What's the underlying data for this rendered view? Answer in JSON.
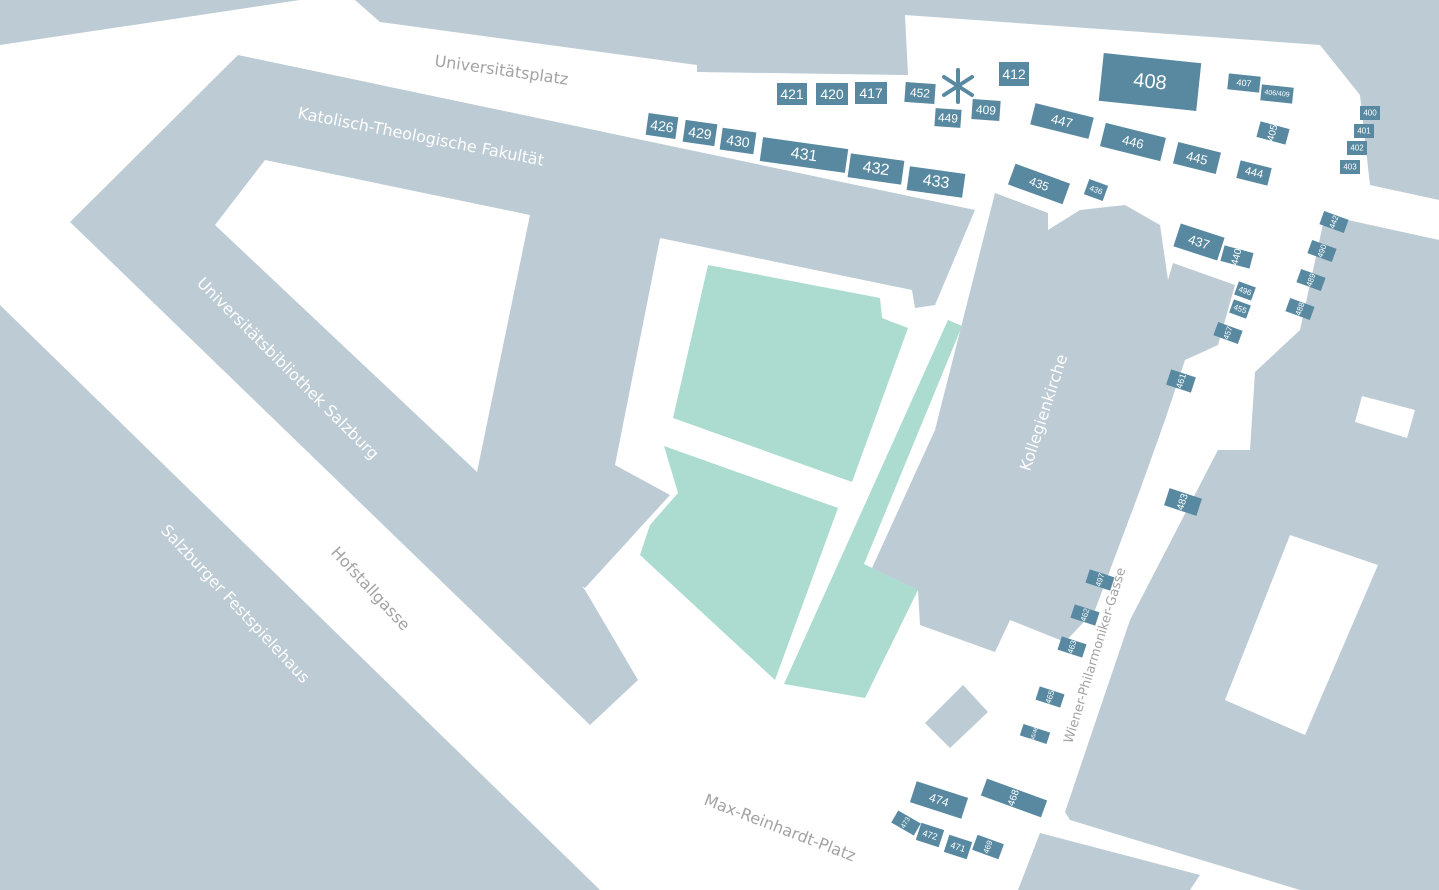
{
  "colors": {
    "background": "#ffffff",
    "building": "#bccbd4",
    "park": "#acdbcf",
    "stall": "#5889a0",
    "stall_text": "#ffffff",
    "street_label": "#a3a3a3",
    "building_label": "#ffffff"
  },
  "labels": {
    "universitaetsplatz": "Universitätsplatz",
    "katholisch": "Katolisch-Theologische Fakultät",
    "bibliothek": "Universitätsbibliothek Salzburg",
    "hofstallgasse": "Hofstallgasse",
    "festspielehaus": "Salzburger Festspielehaus",
    "kollegienkirche": "Kollegienkirche",
    "wiener": "Wiener-Philarmoniker-Gasse",
    "maxreinhardt": "Max-Reinhardt-Platz"
  },
  "info_icon": "asterisk-icon",
  "stalls": [
    {
      "id": "421"
    },
    {
      "id": "420"
    },
    {
      "id": "417"
    },
    {
      "id": "452"
    },
    {
      "id": "449"
    },
    {
      "id": "409"
    },
    {
      "id": "412"
    },
    {
      "id": "408"
    },
    {
      "id": "407"
    },
    {
      "id": "406/409"
    },
    {
      "id": "400"
    },
    {
      "id": "401"
    },
    {
      "id": "402"
    },
    {
      "id": "403"
    },
    {
      "id": "405"
    },
    {
      "id": "426"
    },
    {
      "id": "429"
    },
    {
      "id": "430"
    },
    {
      "id": "431"
    },
    {
      "id": "432"
    },
    {
      "id": "433"
    },
    {
      "id": "447"
    },
    {
      "id": "446"
    },
    {
      "id": "445"
    },
    {
      "id": "444"
    },
    {
      "id": "435"
    },
    {
      "id": "436"
    },
    {
      "id": "437"
    },
    {
      "id": "440"
    },
    {
      "id": "442"
    },
    {
      "id": "490"
    },
    {
      "id": "489"
    },
    {
      "id": "488"
    },
    {
      "id": "496"
    },
    {
      "id": "455"
    },
    {
      "id": "457"
    },
    {
      "id": "461"
    },
    {
      "id": "483"
    },
    {
      "id": "497"
    },
    {
      "id": "462"
    },
    {
      "id": "463"
    },
    {
      "id": "465"
    },
    {
      "id": "466/467"
    },
    {
      "id": "474"
    },
    {
      "id": "468"
    },
    {
      "id": "473"
    },
    {
      "id": "472"
    },
    {
      "id": "471"
    },
    {
      "id": "469"
    }
  ]
}
